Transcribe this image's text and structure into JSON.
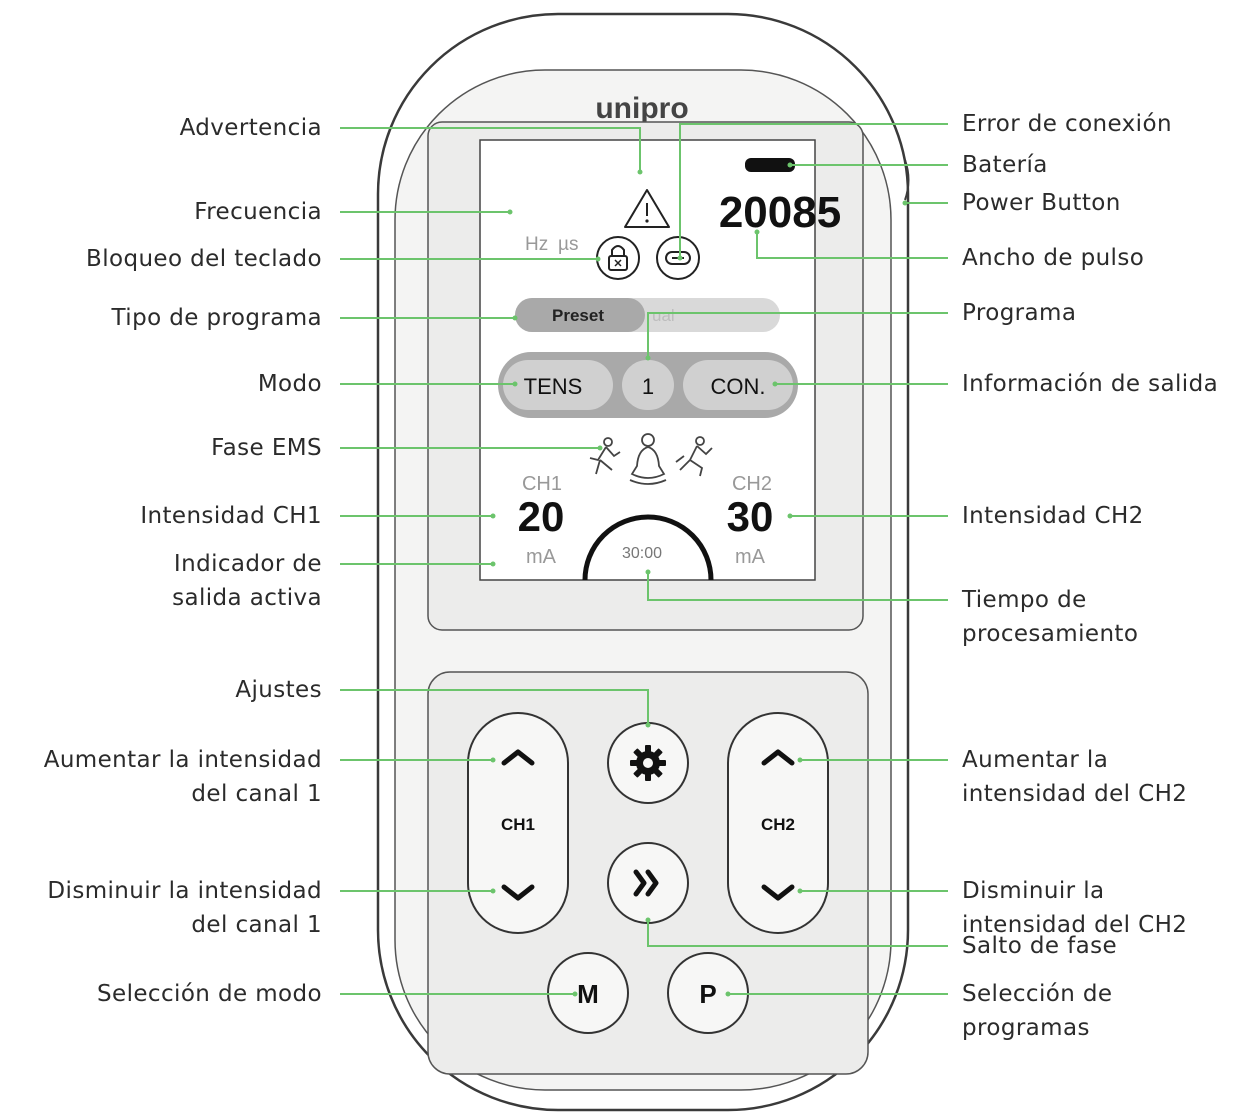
{
  "device": {
    "brand": "unipro",
    "frequency_unit": "Hz",
    "pulse_unit": "µs",
    "pulse_width_value": "20085",
    "program_type_active": "Preset",
    "program_type_other": "ual",
    "mode": "TENS",
    "program_number": "1",
    "output_info": "CON.",
    "ch1_label": "CH1",
    "ch1_value": "20",
    "ch1_unit": "mA",
    "ch2_label": "CH2",
    "ch2_value": "30",
    "ch2_unit": "mA",
    "timer": "30:00",
    "button_ch1": "CH1",
    "button_ch2": "CH2",
    "button_mode": "M",
    "button_program": "P"
  },
  "labels_left": [
    "Advertencia",
    "Frecuencia",
    "Bloqueo del teclado",
    "Tipo de programa",
    "Modo",
    "Fase EMS",
    "Intensidad CH1",
    [
      "Indicador de",
      "salida activa"
    ],
    "Ajustes",
    [
      "Aumentar la intensidad",
      "del canal 1"
    ],
    [
      "Disminuir la intensidad",
      "del canal 1"
    ],
    "Selección de modo"
  ],
  "labels_right": [
    "Error de conexión",
    "Batería",
    "Power Button",
    "Ancho de pulso",
    "Programa",
    "Información de salida",
    "Intensidad CH2",
    [
      "Tiempo de",
      "procesamiento"
    ],
    [
      "Aumentar la",
      "intensidad del CH2"
    ],
    [
      "Disminuir la",
      "intensidad del CH2"
    ],
    "Salto de fase",
    [
      "Selección de",
      "programas"
    ]
  ],
  "colors": {
    "leader_line": "#6cc46c",
    "body_fill": "#f4f4f3",
    "outline": "#3a3a3a",
    "pill_dark": "#a9a9a9",
    "pill_light": "#d9d9d9"
  }
}
